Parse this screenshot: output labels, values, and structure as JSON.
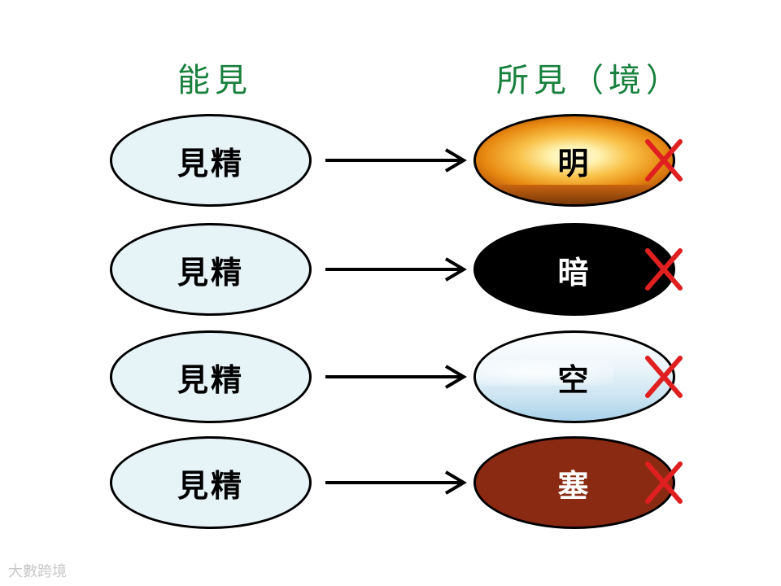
{
  "headings": {
    "left": "能見",
    "right": "所見（境）"
  },
  "rows": [
    {
      "left": "見精",
      "right": "明",
      "status": "X"
    },
    {
      "left": "見精",
      "right": "暗",
      "status": "X"
    },
    {
      "left": "見精",
      "right": "空",
      "status": "X"
    },
    {
      "left": "見精",
      "right": "塞",
      "status": "X"
    }
  ],
  "colors": {
    "heading": "#16803c",
    "left_fill": "#e6f3f7",
    "cross": "#e02020",
    "dark": "#000000",
    "block": "#8b2a12"
  },
  "watermark": "大數跨境"
}
